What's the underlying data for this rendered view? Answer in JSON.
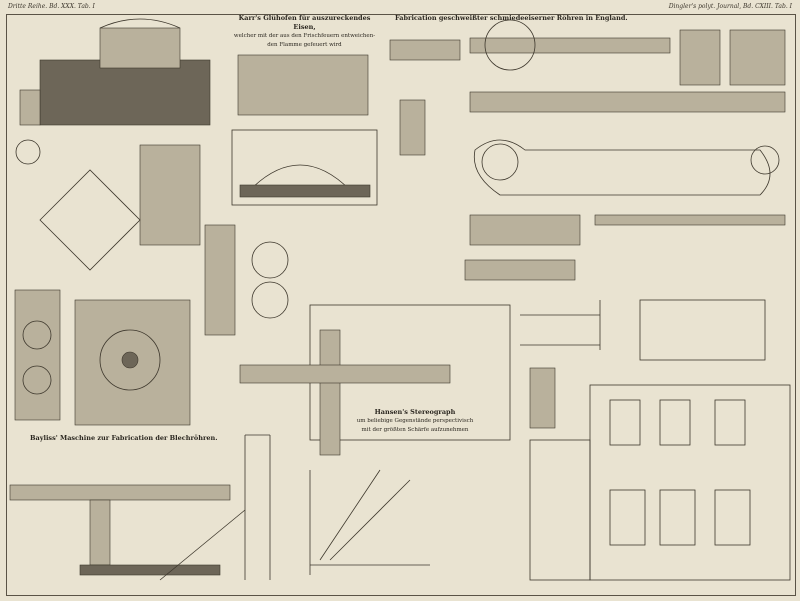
{
  "header": {
    "left": "Dritte Reihe. Bd. XXX. Tab. I",
    "right": "Dingler's polyt. Journal, Bd. CXIII. Tab. I"
  },
  "titles": {
    "karr": {
      "line1": "Karr's Glühofen für auszureckendes Eisen,",
      "line2": "welcher mit der aus den Frischfeuern entweichen-",
      "line3": "den Flamme gefeuert wird"
    },
    "fabrication": "Fabrication geschweißter schmiedeeiserner Röhren in England.",
    "hansen": {
      "line1": "Hansen's Stereograph",
      "line2": "um beliebige Gegenstände perspectivisch",
      "line3": "mit der größten Schärfe aufzunehmen"
    },
    "bayliss": "Bayliss' Maschine zur Fabrication der Blechröhren."
  },
  "colors": {
    "paper": "#e9e3d1",
    "ink": "#3d372c"
  }
}
